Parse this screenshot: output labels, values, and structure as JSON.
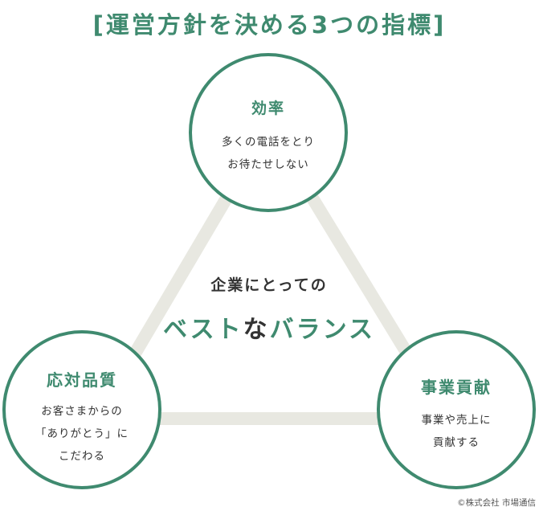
{
  "title": "[運営方針を決める3つの指標]",
  "frame_color": "#e8e8e1",
  "accent_color": "#3f8a6f",
  "top": {
    "title": "効率",
    "desc_lines": [
      "多くの電話をとり",
      "お待たせしない"
    ]
  },
  "left": {
    "title": "応対品質",
    "desc_lines": [
      "お客さまからの",
      "「ありがとう」に",
      "こだわる"
    ]
  },
  "right": {
    "title": "事業貢献",
    "desc_lines": [
      "事業や売上に",
      "貢献する"
    ]
  },
  "center": {
    "line1": "企業にとっての",
    "line2_part1": "ベスト",
    "line2_part2": "な",
    "line2_part3": "バランス"
  },
  "credit": "©株式会社 市場通信"
}
